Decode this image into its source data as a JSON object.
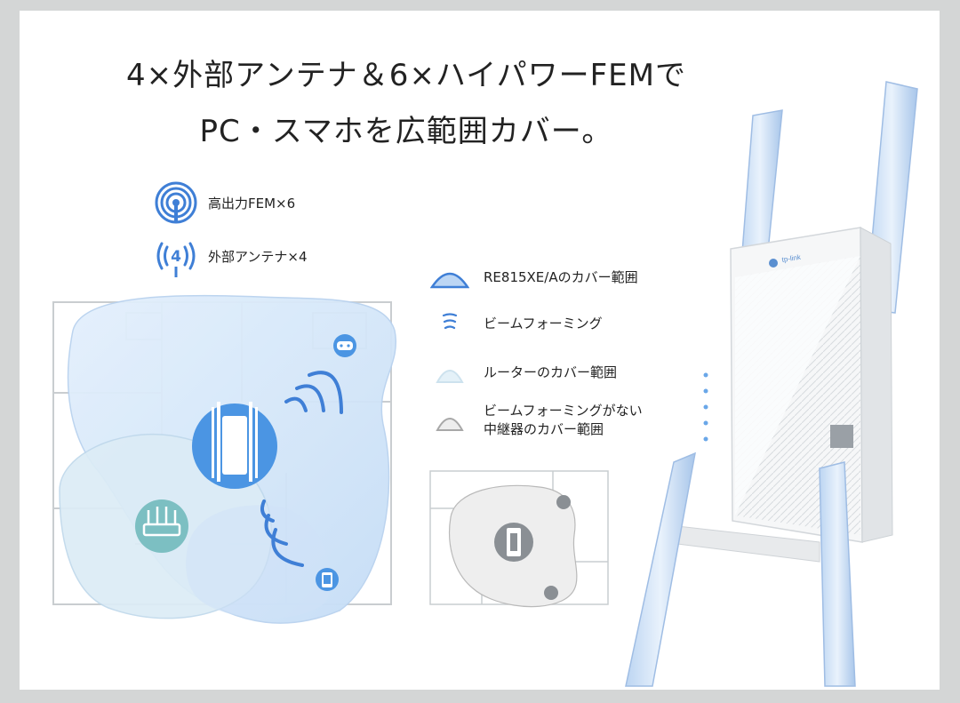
{
  "headline": {
    "line1": "4×外部アンテナ＆6×ハイパワーFEMで",
    "line2": "PC・スマホを広範囲カバー。"
  },
  "features": [
    {
      "label": "高出力FEM×6",
      "icon": "wifi-signal-icon"
    },
    {
      "label": "外部アンテナ×4",
      "icon": "antenna-4-icon",
      "badge": "4"
    }
  ],
  "legend": [
    {
      "label": "RE815XE/Aのカバー範囲",
      "icon": "coverage-area-icon"
    },
    {
      "label": "ビームフォーミング",
      "icon": "beamforming-icon"
    },
    {
      "label": "ルーターのカバー範囲",
      "icon": "router-coverage-icon"
    },
    {
      "label_line1": "ビームフォーミングがない",
      "label_line2": "中継器のカバー範囲",
      "icon": "no-beamforming-coverage-icon"
    }
  ],
  "device": {
    "brand": "tp-link"
  },
  "colors": {
    "accent": "#3f7fd6",
    "coverage_fill": "#cfe3f8",
    "router_fill": "#dcecf6",
    "router_icon": "#7cbfc2",
    "text": "#222222",
    "frame": "#d4d6d6"
  }
}
